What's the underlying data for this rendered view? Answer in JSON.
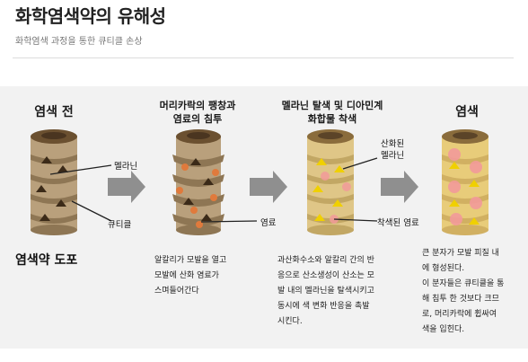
{
  "header": {
    "title": "화학염색약의 유해성",
    "subtitle": "화학염색 과정을 통한 큐티클 손상"
  },
  "stages": [
    {
      "title_lines": [
        "염색 전"
      ]
    },
    {
      "title_lines": [
        "머리카락의 팽창과",
        "염료의 침투"
      ]
    },
    {
      "title_lines": [
        "멜라닌 탈색 및 디아민계",
        "화합물 착색"
      ]
    },
    {
      "title_lines": [
        "염색"
      ]
    }
  ],
  "labels": {
    "melanin": "멜라닌",
    "cuticle": "큐티클",
    "dye": "염료",
    "oxidized_melanin": [
      "산화된",
      "멜라닌"
    ],
    "colored_dye": "착색된 염료"
  },
  "section_heading": "염색약 도포",
  "descriptions": {
    "stage2": [
      "알칼리가 모발을 열고",
      "모발에 산화 염료가",
      "스며들어간다"
    ],
    "stage3": [
      "과산화수소와 알칼리 간의 반",
      "응으로 산소생성이 산소는 모",
      "발 내의 멜라닌을 탈색시키고",
      "동시에 색 변화 반응을 촉발",
      "시킨다."
    ],
    "stage4": [
      "큰 분자가 모발 피질 내",
      "에 형성된다.",
      "이 분자들은 큐티클을 통",
      "해 침투 한 것보다 크므",
      "로, 머리카락에 휩싸여",
      "색을 입힌다."
    ]
  },
  "colors": {
    "panel_bg": "#f2f2f2",
    "hair_brown": "#b9a07c",
    "hair_dark": "#5b4428",
    "hair_light": "#e8cc7a",
    "arrow_gray": "#8f8f8f",
    "melanin": "#3b2a18",
    "oxidized_melanin": "#f0d000",
    "dye_orange": "#e07a3c",
    "dye_pink": "#f29a9a"
  }
}
